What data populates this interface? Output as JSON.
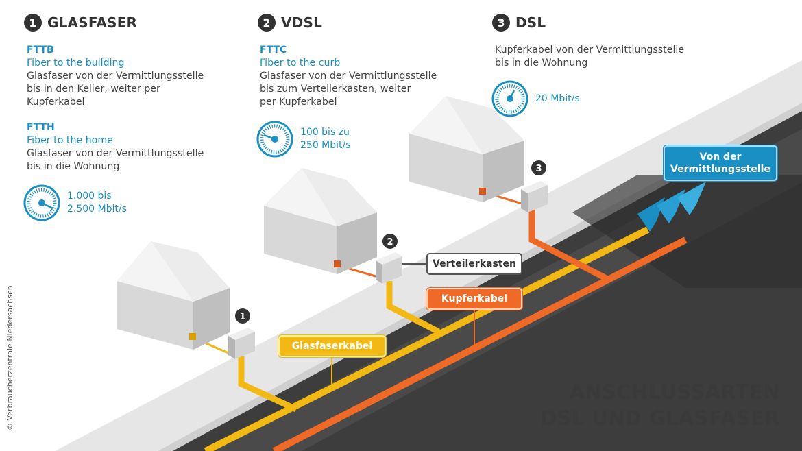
{
  "sections": [
    {
      "num": "1",
      "title": "GLASFASER"
    },
    {
      "num": "2",
      "title": "VDSL"
    },
    {
      "num": "3",
      "title": "DSL"
    }
  ],
  "fttb": {
    "abbr": "FTTB",
    "name": "Fiber to the building",
    "lines": [
      "Glasfaser von der Vermittlungsstelle",
      "bis in den Keller, weiter per",
      "Kupferkabel"
    ]
  },
  "ftth": {
    "abbr": "FTTH",
    "name": "Fiber to the home",
    "lines": [
      "Glasfaser von der Vermittlungsstelle",
      "bis in die Wohnung"
    ],
    "speed": [
      "1.000 bis",
      "2.500 Mbit/s"
    ]
  },
  "fttc": {
    "abbr": "FTTC",
    "name": "Fiber to the curb",
    "lines": [
      "Glasfaser von der Vermittlungsstelle",
      "bis zum Verteilerkasten, weiter",
      "per Kupferkabel"
    ],
    "speed": [
      "100 bis zu",
      "250 Mbit/s"
    ]
  },
  "dsl": {
    "lines": [
      "Kupferkabel von der Vermittlungsstelle",
      "bis in die Wohnung"
    ],
    "speed": [
      "20 Mbit/s"
    ]
  },
  "labels": {
    "verteilerkasten": "Verteilerkasten",
    "kupferkabel": "Kupferkabel",
    "glasfaserkabel": "Glasfaserkabel",
    "vermittlungsstelle": [
      "Von der",
      "Vermittlungsstelle"
    ]
  },
  "markers": [
    "1",
    "2",
    "3"
  ],
  "title": [
    "ANSCHLUSSARTEN",
    "DSL UND GLASFASER"
  ],
  "copyright": "© Verbraucherzentrale Niedersachsen",
  "colors": {
    "fiber": "#f2b814",
    "copper": "#ee6a26",
    "accent": "#1a8fc4",
    "road": "#3f3f3f",
    "sidewalk": "#e4e4e4",
    "house": "#f0f0f0",
    "dark": "#333333"
  }
}
